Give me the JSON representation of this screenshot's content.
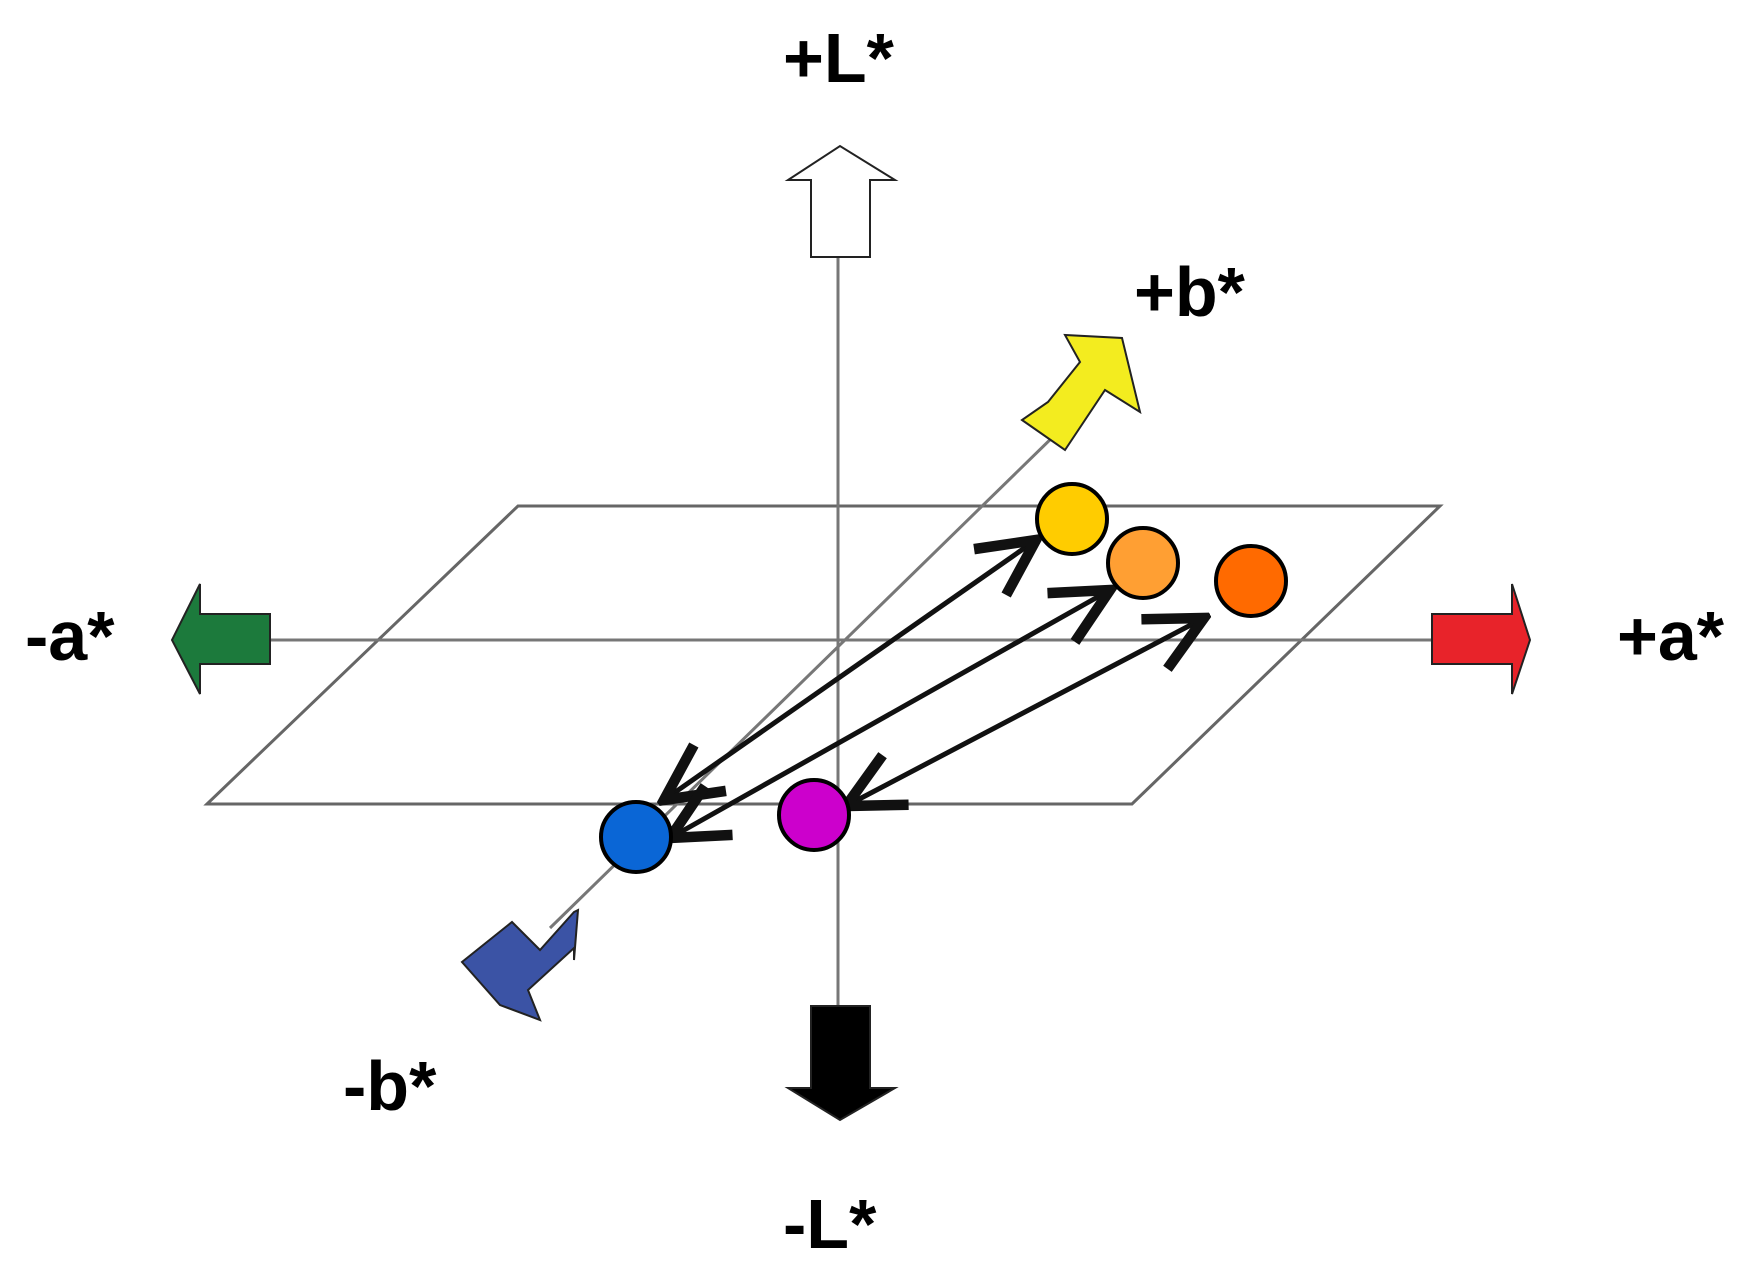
{
  "labels": {
    "plus_L": "+L*",
    "minus_L": "-L*",
    "plus_a": "+a*",
    "minus_a": "-a*",
    "plus_b": "+b*",
    "minus_b": "-b*"
  },
  "axis_colors": {
    "plus_L": "#ffffff",
    "minus_L": "#000000",
    "plus_a": "#e8232a",
    "minus_a": "#1c7a3c",
    "plus_b": "#f3ec1f",
    "minus_b": "#3b53a5"
  },
  "color_points": [
    {
      "name": "yellow",
      "color": "#ffcc00"
    },
    {
      "name": "light-orange",
      "color": "#ff9f33"
    },
    {
      "name": "dark-orange",
      "color": "#ff6a00"
    },
    {
      "name": "blue",
      "color": "#0a66d6"
    },
    {
      "name": "magenta",
      "color": "#cc00cc"
    }
  ]
}
